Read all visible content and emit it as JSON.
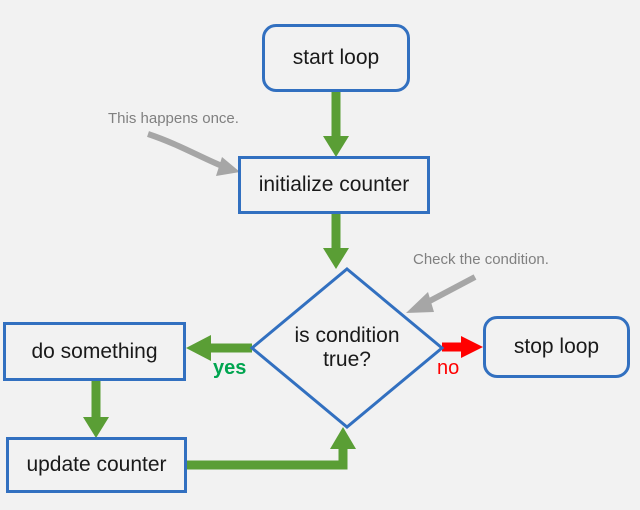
{
  "diagram": {
    "title": "loop flowchart",
    "background_color": "#f2f2f2",
    "node_border_color": "#3270c0",
    "flow_arrow_color": "#5a9e35",
    "exit_arrow_color": "#ff0000",
    "annotation_color": "#808080"
  },
  "nodes": {
    "start": {
      "label": "start loop",
      "shape": "rounded-rectangle"
    },
    "initialize": {
      "label": "initialize counter",
      "shape": "rectangle"
    },
    "decision": {
      "label": "is condition true?",
      "line1": "is condition",
      "line2": "true?",
      "shape": "diamond"
    },
    "do_something": {
      "label": "do something",
      "shape": "rectangle"
    },
    "update": {
      "label": "update counter",
      "shape": "rectangle"
    },
    "stop": {
      "label": "stop loop",
      "shape": "rounded-rectangle"
    }
  },
  "edge_labels": {
    "yes": "yes",
    "no": "no"
  },
  "annotations": {
    "once": "This happens once.",
    "condition": "Check the condition."
  },
  "chart_data": {
    "type": "diagram",
    "subtype": "flowchart",
    "nodes": [
      {
        "id": "start",
        "text": "start loop",
        "shape": "rounded-rectangle"
      },
      {
        "id": "initialize",
        "text": "initialize counter",
        "shape": "rectangle"
      },
      {
        "id": "decision",
        "text": "is condition true?",
        "shape": "diamond"
      },
      {
        "id": "do_something",
        "text": "do something",
        "shape": "rectangle"
      },
      {
        "id": "update",
        "text": "update counter",
        "shape": "rectangle"
      },
      {
        "id": "stop",
        "text": "stop loop",
        "shape": "rounded-rectangle"
      }
    ],
    "edges": [
      {
        "from": "start",
        "to": "initialize",
        "label": "",
        "color": "#5a9e35"
      },
      {
        "from": "initialize",
        "to": "decision",
        "label": "",
        "color": "#5a9e35"
      },
      {
        "from": "decision",
        "to": "do_something",
        "label": "yes",
        "color": "#5a9e35"
      },
      {
        "from": "decision",
        "to": "stop",
        "label": "no",
        "color": "#ff0000"
      },
      {
        "from": "do_something",
        "to": "update",
        "label": "",
        "color": "#5a9e35"
      },
      {
        "from": "update",
        "to": "decision",
        "label": "",
        "color": "#5a9e35"
      }
    ],
    "annotations": [
      {
        "text": "This happens once.",
        "points_to": "initialize"
      },
      {
        "text": "Check the condition.",
        "points_to": "decision"
      }
    ]
  }
}
